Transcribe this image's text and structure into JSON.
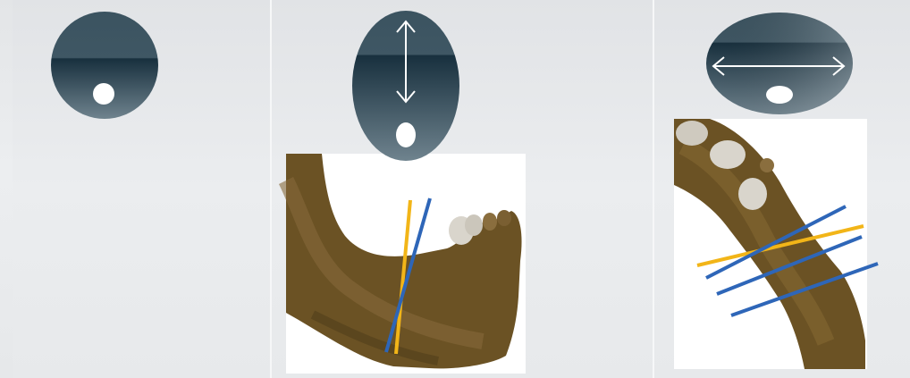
{
  "panels": [
    {
      "id": "panel-1",
      "icon": "reference-circle-icon",
      "arrow": "none",
      "bone_view": null
    },
    {
      "id": "panel-2",
      "icon": "vertical-oval-icon",
      "arrow": "vertical",
      "bone_view": "mandible-side-view"
    },
    {
      "id": "panel-3",
      "icon": "horizontal-oval-icon",
      "arrow": "horizontal",
      "bone_view": "mandible-top-view"
    }
  ],
  "colors": {
    "icon_dark": "#1c3341",
    "icon_light": "#6a7f8b",
    "guide_yellow": "#f2b518",
    "guide_blue": "#2e66b8",
    "bone": "#6b5224",
    "tooth": "#d9d5cc"
  }
}
